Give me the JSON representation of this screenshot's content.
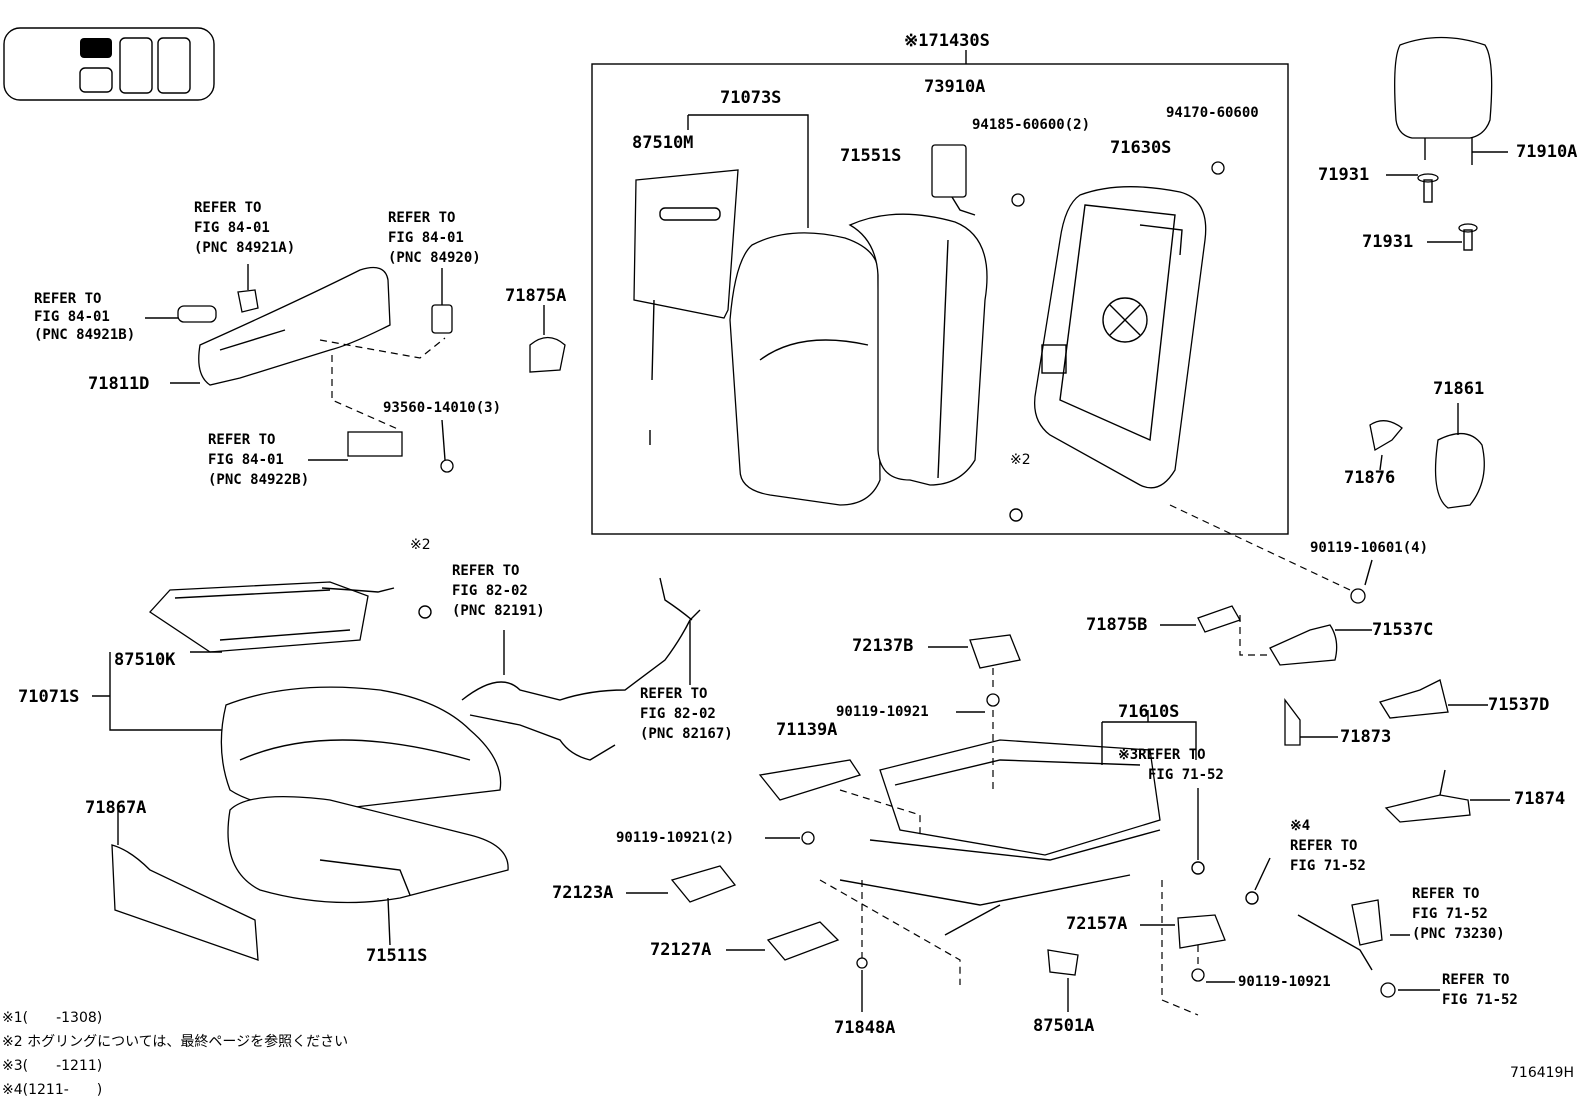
{
  "labels": {
    "p71430s": "※171430S",
    "p71073s": "71073S",
    "p73910a": "73910A",
    "p94185": "94185-60600(2)",
    "p94170": "94170-60600",
    "p87510m": "87510M",
    "p71551s": "71551S",
    "p71630s": "71630S",
    "p71910a": "71910A",
    "p71931a": "71931",
    "p71931b": "71931",
    "p71875a": "71875A",
    "p71811d": "71811D",
    "p93560": "93560-14010(3)",
    "p71861": "71861",
    "p71876": "71876",
    "p90119_10601": "90119-10601(4)",
    "p87510k": "87510K",
    "p71071s": "71071S",
    "p71867a": "71867A",
    "p71511s": "71511S",
    "p72137b": "72137B",
    "p90119_10921a": "90119-10921",
    "p71139a": "71139A",
    "p71610s": "71610S",
    "p71875b": "71875B",
    "p71537c": "71537C",
    "p71537d": "71537D",
    "p71873": "71873",
    "p71874": "71874",
    "p90119_10921_2": "90119-10921(2)",
    "p72123a": "72123A",
    "p72127a": "72127A",
    "p72157a": "72157A",
    "p90119_10921b": "90119-10921",
    "p71848a": "71848A",
    "p87501a": "87501A",
    "note2a": "※2",
    "note2b": "※2"
  },
  "refs": {
    "r1": [
      "REFER TO",
      "FIG 84-01",
      "(PNC 84921A)"
    ],
    "r2": [
      "REFER TO",
      "FIG 84-01",
      "(PNC 84920)"
    ],
    "r3": [
      "REFER TO",
      "FIG 84-01",
      "(PNC 84921B)"
    ],
    "r4": [
      "REFER TO",
      "FIG 84-01",
      "(PNC 84922B)"
    ],
    "r5": [
      "REFER TO",
      "FIG 82-02",
      "(PNC 82191)"
    ],
    "r6": [
      "REFER TO",
      "FIG 82-02",
      "(PNC 82167)"
    ],
    "r7": [
      "※3REFER TO",
      "FIG 71-52"
    ],
    "r8": [
      "※4",
      "REFER TO",
      "FIG 71-52"
    ],
    "r9": [
      "REFER TO",
      "FIG 71-52",
      "(PNC 73230)"
    ],
    "r10": [
      "REFER TO",
      "FIG 71-52"
    ]
  },
  "footnotes": [
    "※1(　　-1308)",
    "※2 ホグリングについては、最終ページを参照ください",
    "※3(　　-1211)",
    "※4(1211-　　)"
  ],
  "figure_id": "716419H"
}
